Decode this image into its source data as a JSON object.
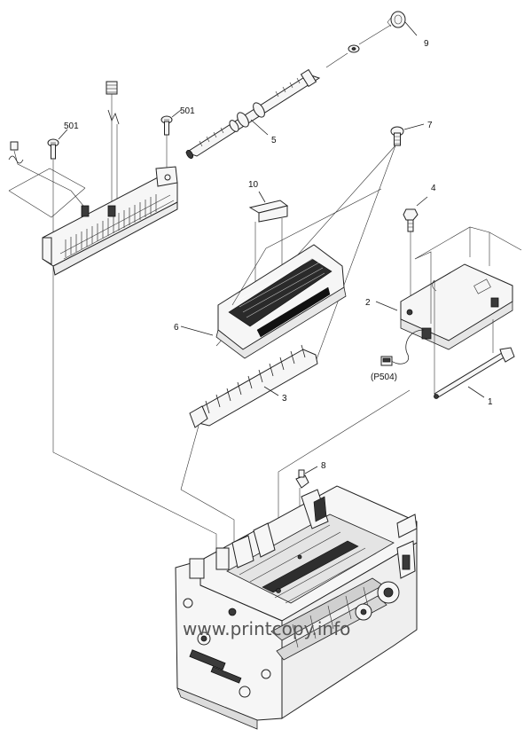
{
  "callouts": {
    "c9": "9",
    "c501a": "501",
    "c501b": "501",
    "c5": "5",
    "c7": "7",
    "c10": "10",
    "c4": "4",
    "c2": "2",
    "c6": "6",
    "c3": "3",
    "c1": "1",
    "c8": "8"
  },
  "connector_label": "(P504)",
  "watermark": "www.printcopy.info"
}
